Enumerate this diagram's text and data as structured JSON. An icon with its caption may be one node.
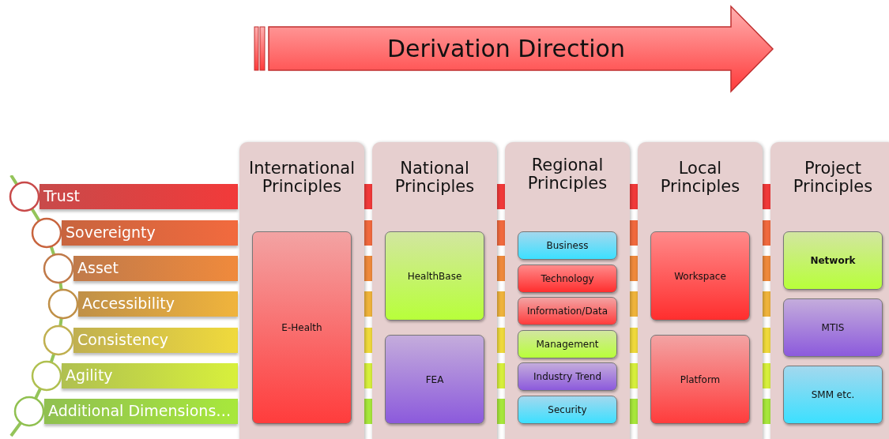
{
  "diagram": {
    "nodes": [
      {
        "text": [
          "Derivation Direction"
        ]
      },
      {
        "text": [
          "Trust"
        ]
      },
      {
        "text": [
          "Sovereignty"
        ]
      },
      {
        "text": [
          "Asset"
        ]
      },
      {
        "text": [
          "Accessibility"
        ]
      },
      {
        "text": [
          "Consistency"
        ]
      },
      {
        "text": [
          "Agility"
        ]
      },
      {
        "text": [
          "Additional Dimensions…"
        ]
      },
      {
        "text": [
          "International Principles"
        ]
      },
      {
        "text": [
          "E-Health"
        ],
        "in": 8
      },
      {
        "text": [
          "National Principles"
        ]
      },
      {
        "text": [
          "HealthBase"
        ],
        "in": 10
      },
      {
        "text": [
          "FEA"
        ],
        "in": 10
      },
      {
        "text": [
          "Regional Principles"
        ]
      },
      {
        "text": [
          "Business"
        ],
        "in": 13
      },
      {
        "text": [
          "Technology"
        ],
        "in": 13
      },
      {
        "text": [
          "Information/Data"
        ],
        "in": 13
      },
      {
        "text": [
          "Management"
        ],
        "in": 13
      },
      {
        "text": [
          "Industry Trend"
        ],
        "in": 13
      },
      {
        "text": [
          "Security"
        ],
        "in": 13
      },
      {
        "text": [
          "Local Principles"
        ]
      },
      {
        "text": [
          "Workspace"
        ],
        "in": 20
      },
      {
        "text": [
          "Platform"
        ],
        "in": 20
      },
      {
        "text": [
          "Project Principles"
        ]
      },
      {
        "text": [
          "Network"
        ],
        "in": 23
      },
      {
        "text": [
          "MTIS"
        ],
        "in": 23
      },
      {
        "text": [
          "SMM etc."
        ],
        "in": 23
      }
    ]
  }
}
